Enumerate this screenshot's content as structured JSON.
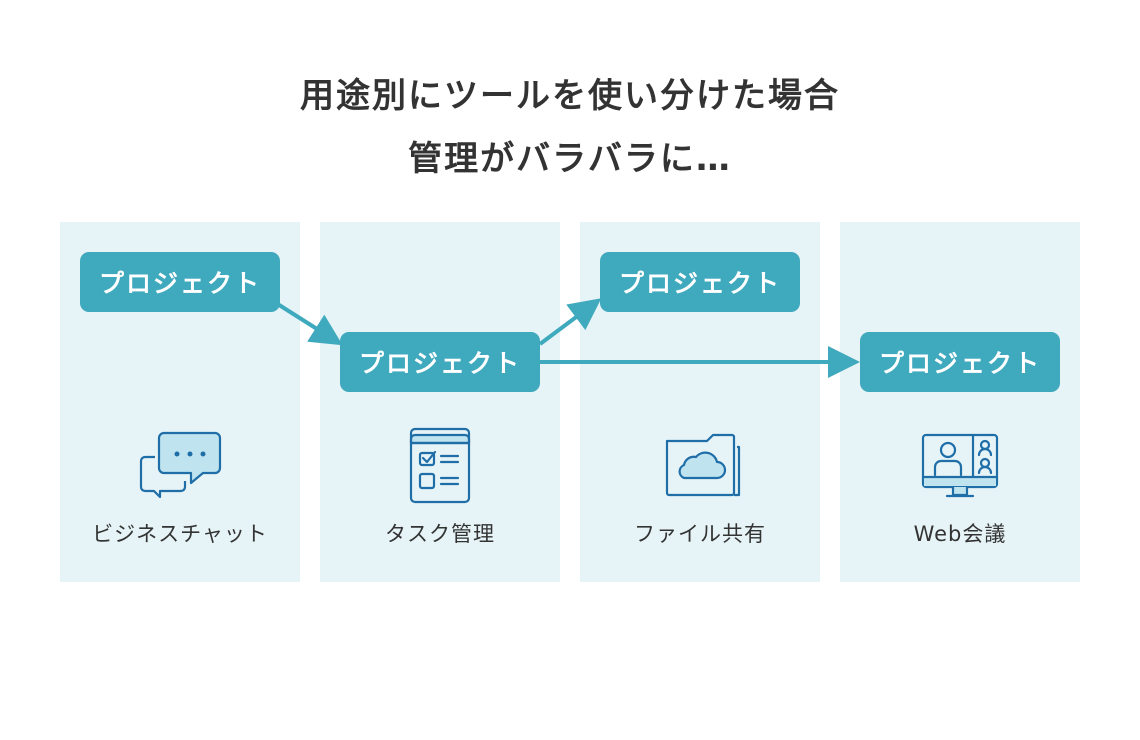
{
  "title": {
    "line1": "用途別にツールを使い分けた場合",
    "line2": "管理がバラバラに…"
  },
  "columns": [
    {
      "label": "ビジネスチャット",
      "icon": "chat-bubbles-icon"
    },
    {
      "label": "タスク管理",
      "icon": "checklist-icon"
    },
    {
      "label": "ファイル共有",
      "icon": "cloud-folder-icon"
    },
    {
      "label": "Web会議",
      "icon": "video-conference-icon"
    }
  ],
  "projects": [
    "プロジェクト",
    "プロジェクト",
    "プロジェクト",
    "プロジェクト"
  ],
  "colors": {
    "panel": "#e6f4f7",
    "box": "#3fa9bd",
    "icon_stroke": "#1f6ea8",
    "icon_fill": "#bfe4ef"
  }
}
